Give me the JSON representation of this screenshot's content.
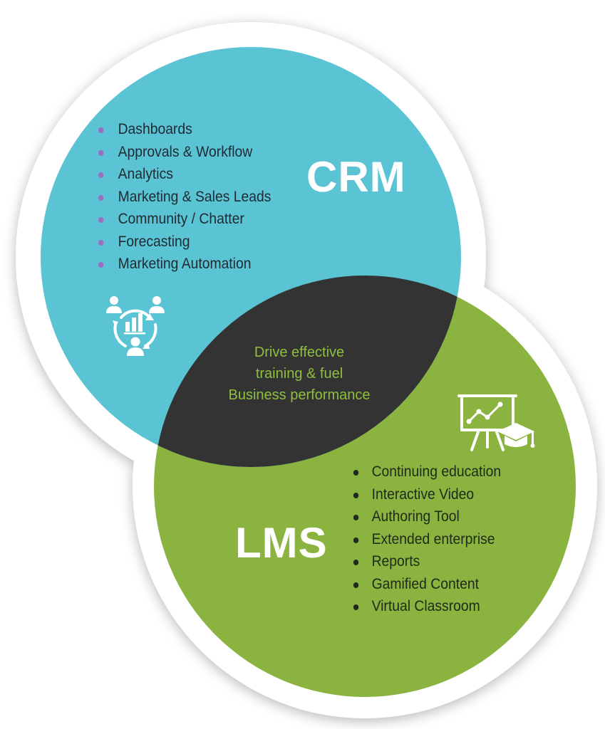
{
  "crm": {
    "title": "CRM",
    "color": "#5bc4d4",
    "bullet_color": "#9b6cc4",
    "icon": "team-analytics-icon",
    "items": [
      "Dashboards",
      "Approvals & Workflow",
      "Analytics",
      "Marketing & Sales Leads",
      "Community / Chatter",
      "Forecasting",
      "Marketing Automation"
    ]
  },
  "lms": {
    "title": "LMS",
    "color": "#8ab43f",
    "icon": "presentation-graduation-icon",
    "items": [
      "Continuing education",
      "Interactive Video",
      "Authoring Tool",
      "Extended enterprise",
      "Reports",
      "Gamified Content",
      "Virtual Classroom"
    ]
  },
  "overlap": {
    "color": "#333333",
    "text_color": "#8fbf3f",
    "lines": [
      "Drive effective",
      "training & fuel",
      "Business performance"
    ]
  }
}
